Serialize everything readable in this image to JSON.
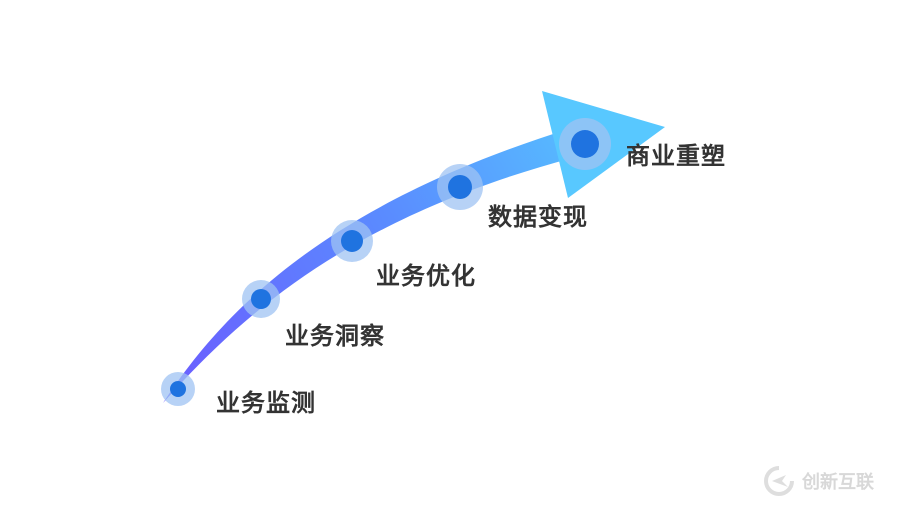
{
  "stages": [
    {
      "label": "业务监测"
    },
    {
      "label": "业务洞察"
    },
    {
      "label": "业务优化"
    },
    {
      "label": "数据变现"
    },
    {
      "label": "商业重塑"
    }
  ],
  "watermark": {
    "text": "创新互联",
    "icon": "logo-icon"
  },
  "colors": {
    "arrow_start": "#6b5cff",
    "arrow_end": "#5ad0ff",
    "node": "#1f73e0",
    "node_halo": "#9fc3f3",
    "label": "#333333",
    "watermark": "#b9b9b9"
  }
}
